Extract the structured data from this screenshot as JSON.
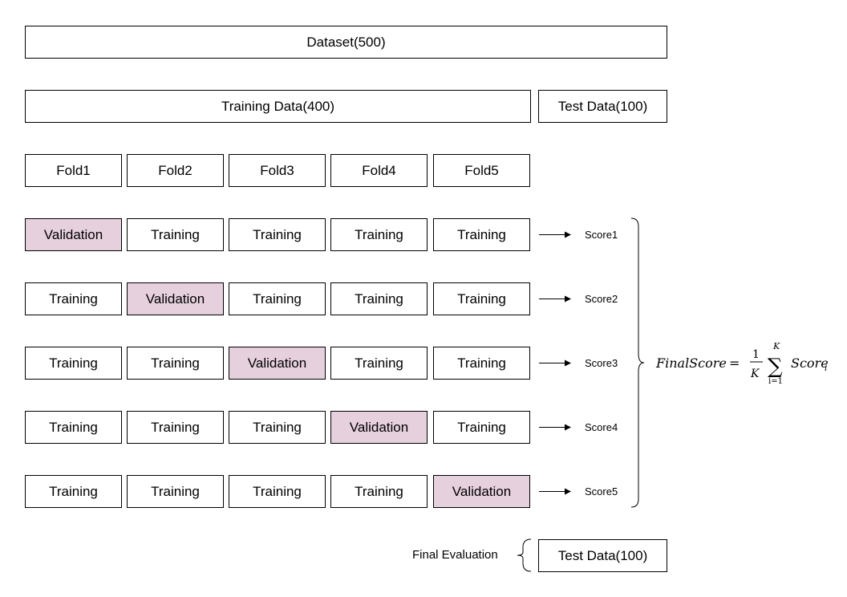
{
  "dataset": {
    "label": "Dataset(500)"
  },
  "split": {
    "training_label": "Training Data(400)",
    "test_label": "Test Data(100)"
  },
  "folds": [
    "Fold1",
    "Fold2",
    "Fold3",
    "Fold4",
    "Fold5"
  ],
  "rows": [
    {
      "cells": [
        "Validation",
        "Training",
        "Training",
        "Training",
        "Training"
      ],
      "validation_index": 0,
      "score": "Score1"
    },
    {
      "cells": [
        "Training",
        "Validation",
        "Training",
        "Training",
        "Training"
      ],
      "validation_index": 1,
      "score": "Score2"
    },
    {
      "cells": [
        "Training",
        "Training",
        "Validation",
        "Training",
        "Training"
      ],
      "validation_index": 2,
      "score": "Score3"
    },
    {
      "cells": [
        "Training",
        "Training",
        "Training",
        "Validation",
        "Training"
      ],
      "validation_index": 3,
      "score": "Score4"
    },
    {
      "cells": [
        "Training",
        "Training",
        "Training",
        "Training",
        "Validation"
      ],
      "validation_index": 4,
      "score": "Score5"
    }
  ],
  "formula": {
    "lhs": "FinalScore",
    "equals": "=",
    "numerator": "1",
    "denominator": "K",
    "sum_symbol": "∑",
    "upper": "K",
    "lower": "i=1",
    "term": "Score",
    "term_subscript": "i"
  },
  "final_evaluation": {
    "label": "Final Evaluation",
    "test_label": "Test Data(100)"
  },
  "colors": {
    "validation_fill": "#e6d0dd",
    "training_fill": "#ffffff",
    "stroke": "#000000"
  }
}
